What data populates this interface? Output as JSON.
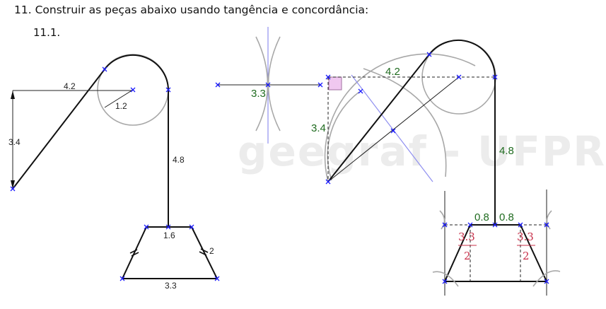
{
  "header": {
    "title": "11. Construir as peças abaixo usando tangência e concordância:",
    "subitem": "11.1."
  },
  "watermark": "geegraf - UFPR",
  "left_figure": {
    "dims": {
      "d_top": "4.2",
      "d_radius": "1.2",
      "d_height": "3.4",
      "d_stem": "4.8",
      "d_neck": "1.6",
      "d_side": "2",
      "d_base": "3.3"
    }
  },
  "right_figure": {
    "dims": {
      "r_small": "3.3",
      "r_vert": "3.4",
      "r_top": "4.2",
      "r_stem": "4.8",
      "r_half_left": "0.8",
      "r_half_right": "0.8"
    },
    "fractions": {
      "left": {
        "num": "3.3",
        "den": "2"
      },
      "right": {
        "num": "3.3",
        "den": "2"
      }
    }
  },
  "colors": {
    "construction_gray": "#a8a8a8",
    "construction_blue": "#8f8ff0",
    "point_marker": "#1a1aff",
    "dim_green": "#1f6b1f",
    "fraction_red": "#c8304a",
    "right_angle_fill": "#f0c8f0"
  }
}
